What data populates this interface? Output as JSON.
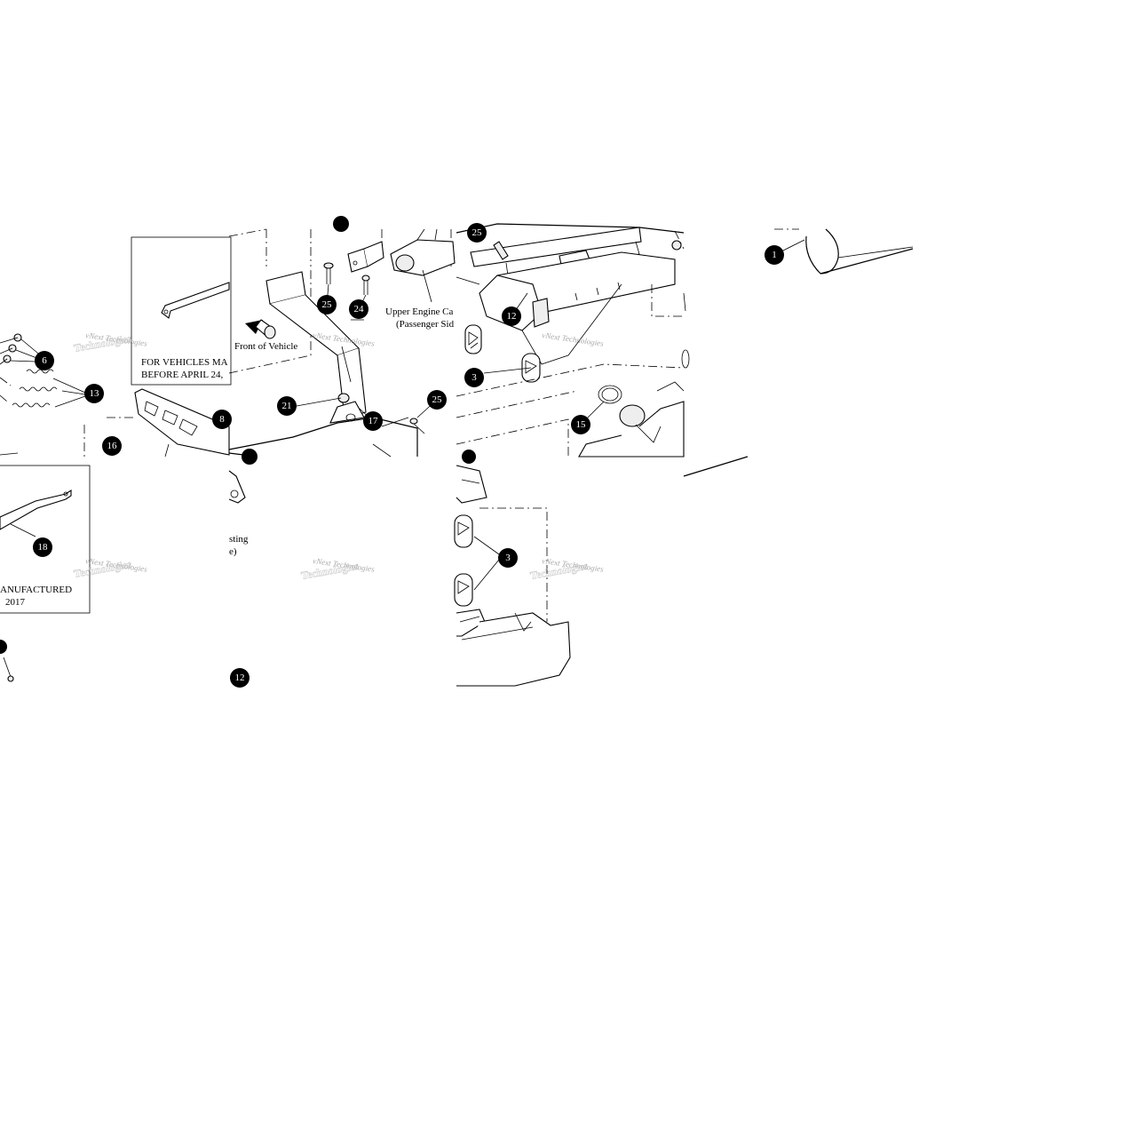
{
  "diagram": {
    "labels": {
      "front_of_vehicle": "Front of Vehicle",
      "upper_engine_line1": "Upper Engine Ca",
      "upper_engine_line2": "(Passenger Sid",
      "note_top_line1": "FOR VEHICLES MA",
      "note_top_line2": "BEFORE APRIL 24,",
      "note_bottom_line1": "ANUFACTURED",
      "note_bottom_line2": "2017",
      "casting_line1": "sting",
      "casting_line2": "e)"
    },
    "watermarks": [
      "vNext Technologies",
      "vNext Technologies",
      "vNext Technologies",
      "vNext Technologies",
      "vNext Technologies",
      "vNext Technologies"
    ],
    "callouts": {
      "c1": "1",
      "c3a": "3",
      "c3b": "3",
      "c6": "6",
      "c8": "8",
      "c12a": "12",
      "c12b": "12",
      "c13": "13",
      "c15": "15",
      "c16": "16",
      "c17": "17",
      "c18": "18",
      "c21": "21",
      "c24": "24",
      "c25a": "25",
      "c25b": "25",
      "c25c": "25"
    }
  }
}
